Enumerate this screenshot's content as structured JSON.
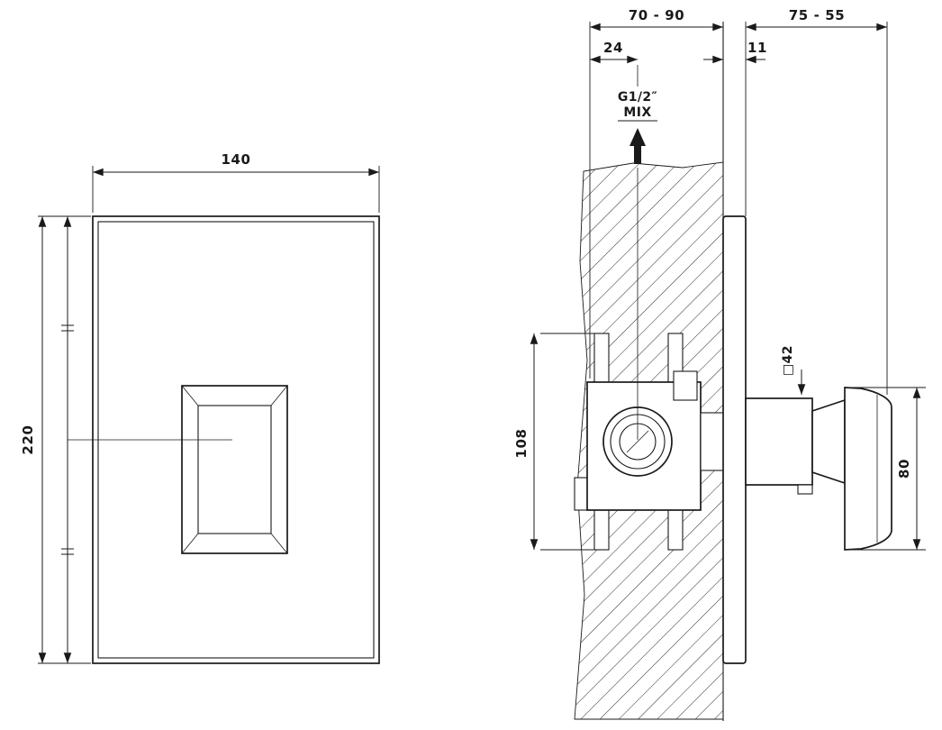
{
  "drawing": {
    "background": "#ffffff",
    "line_color": "#1a1a1a",
    "front_view": {
      "width": "140",
      "height": "220"
    },
    "section_view": {
      "rough_in_depth_range": "70 - 90",
      "trim_projection_range": "75 - 55",
      "outlet_offset": "24",
      "plate_thickness": "11",
      "thread_label": "G1/2″",
      "mix_label": "MIX",
      "body_height": "108",
      "stem_square": "□42",
      "handle_height": "80"
    }
  }
}
